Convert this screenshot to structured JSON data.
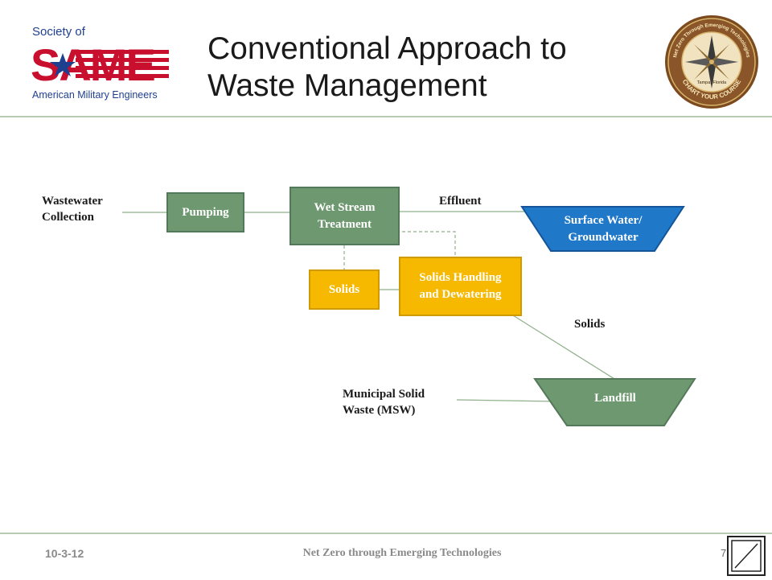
{
  "header": {
    "title": "Conventional Approach to\nWaste Management",
    "logo_left": {
      "line1": "Society of",
      "wordmark": "SAME",
      "line3": "American Military Engineers"
    },
    "logo_right": {
      "ring_top": "Net Zero Through Emerging Technologies",
      "ring_bottom": "CHART YOUR COURSE",
      "location": "Tampa, Florida"
    }
  },
  "diagram": {
    "labels": {
      "wastewater_collection": "Wastewater\nCollection",
      "effluent": "Effluent",
      "solids_right": "Solids",
      "msw": "Municipal Solid\nWaste (MSW)"
    },
    "nodes": {
      "pumping": "Pumping",
      "wet_stream_treatment": "Wet Stream\nTreatment",
      "surface_water": "Surface Water/\nGroundwater",
      "solids": "Solids",
      "solids_handling": "Solids Handling\nand Dewatering",
      "landfill": "Landfill"
    },
    "colors": {
      "process_green": "#6e9870",
      "solids_yellow": "#f6b900",
      "water_blue": "#1f78c8",
      "landfill_green": "#6e9870"
    }
  },
  "footer": {
    "date": "10-3-12",
    "text": "Net Zero through Emerging Technologies",
    "page": "7",
    "nav_icon": "forward-nav-icon"
  }
}
